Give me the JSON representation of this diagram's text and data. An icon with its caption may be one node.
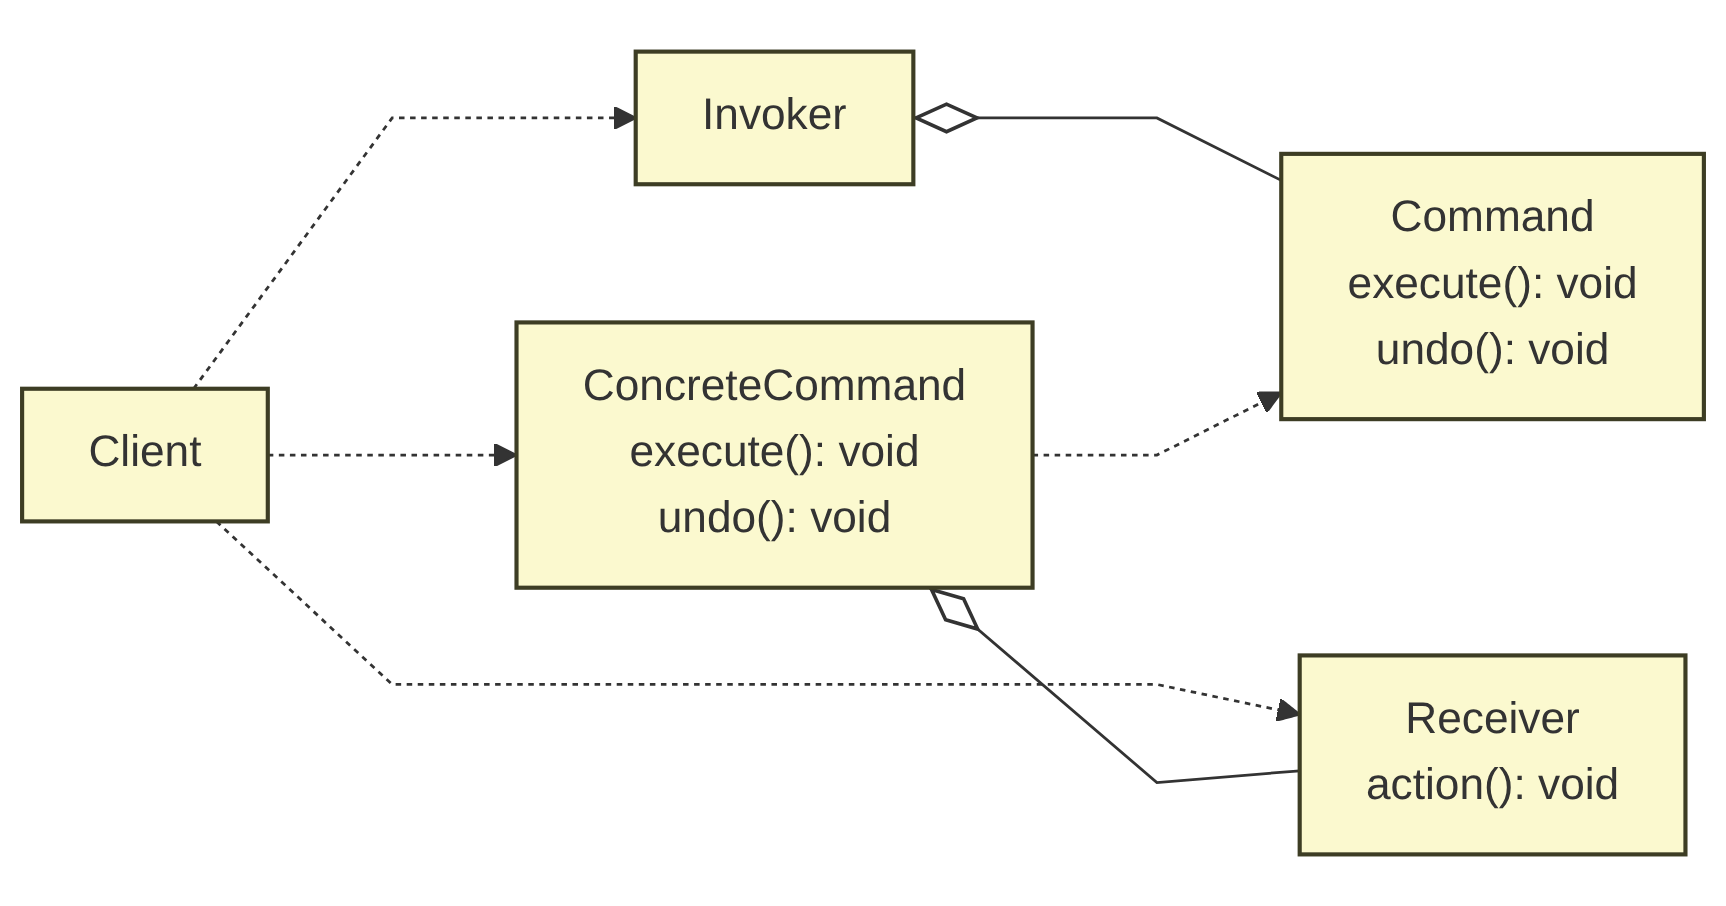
{
  "diagram": {
    "nodes": [
      {
        "text": [
          "Client"
        ]
      },
      {
        "text": [
          "Invoker"
        ]
      },
      {
        "text": [
          "Command",
          "execute(): void",
          "undo(): void"
        ]
      },
      {
        "text": [
          "Receiver",
          "action(): void"
        ]
      },
      {
        "text": [
          "ConcreteCommand",
          "execute(): void",
          "undo(): void"
        ]
      }
    ],
    "edges": [
      {
        "from": 0,
        "to": 1,
        "arrow": "to",
        "style": "dashed"
      },
      {
        "from": 1,
        "to": 2,
        "arrow": "other"
      },
      {
        "from": 0,
        "to": 3,
        "arrow": "to",
        "style": "dashed"
      },
      {
        "from": 0,
        "to": 4,
        "arrow": "to",
        "style": "dashed"
      },
      {
        "from": 4,
        "to": 2,
        "arrow": "to",
        "style": "dashed"
      },
      {
        "from": 4,
        "to": 3,
        "arrow": "other"
      }
    ]
  }
}
